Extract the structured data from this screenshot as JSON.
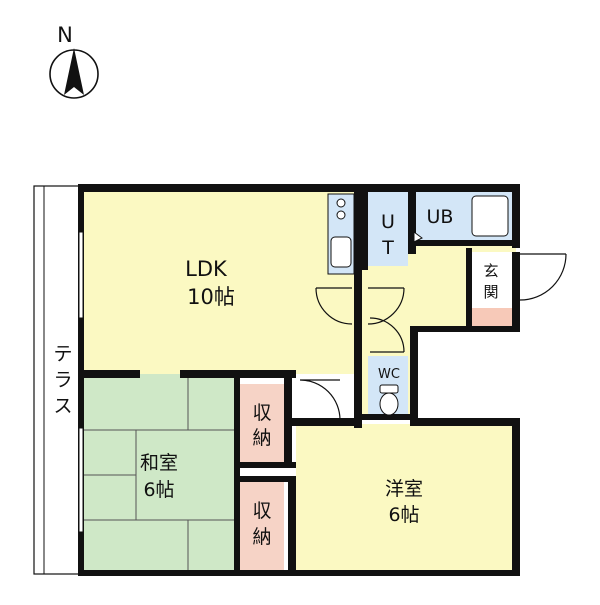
{
  "compass": {
    "label": "N"
  },
  "colors": {
    "ldk": "#fbf9c2",
    "hallway": "#fbf9c2",
    "western": "#fbf9c2",
    "washitsu": "#cfe8c7",
    "storage": "#f6d3c6",
    "bath": "#d3e6f7",
    "entrance_floor": "#f7c9b8",
    "terrace": "#ffffff",
    "wall": "#111111"
  },
  "rooms": {
    "ldk": {
      "name": "LDK",
      "size": "10帖"
    },
    "washitsu": {
      "name": "和室",
      "size": "6帖"
    },
    "western": {
      "name": "洋室",
      "size": "6帖"
    },
    "storage_1": {
      "line1": "収",
      "line2": "納"
    },
    "storage_2": {
      "line1": "収",
      "line2": "納"
    },
    "ut": {
      "line1": "U",
      "line2": "T"
    },
    "ub": {
      "name": "UB"
    },
    "wc": {
      "name": "WC"
    },
    "entrance": {
      "line1": "玄",
      "line2": "関"
    }
  },
  "terrace": {
    "line1": "テ",
    "line2": "ラ",
    "line3": "ス"
  }
}
